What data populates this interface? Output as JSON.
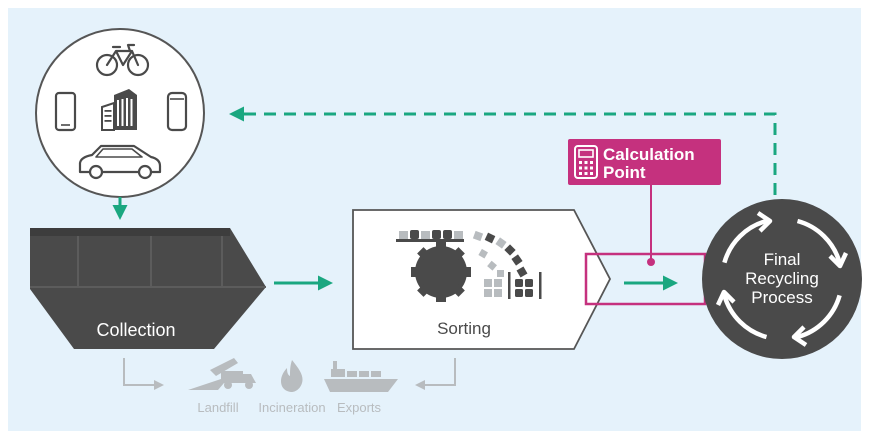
{
  "stages": {
    "collection": "Collection",
    "sorting": "Sorting",
    "final": [
      "Final",
      "Recycling",
      "Process"
    ]
  },
  "calculation_point": [
    "Calculation",
    "Point"
  ],
  "disposal": {
    "landfill": "Landfill",
    "incineration": "Incineration",
    "exports": "Exports"
  },
  "colors": {
    "background": "#e5f2fb",
    "dark": "#4a4a4a",
    "green": "#1aa780",
    "magenta": "#c5317e",
    "light_gray": "#b8bcbf",
    "outline": "#565656"
  },
  "icons": [
    "bicycle-icon",
    "smartphone-icon",
    "building-icon",
    "can-icon",
    "car-icon",
    "calculator-icon",
    "dump-truck-icon",
    "flame-icon",
    "ship-icon",
    "gear-icon",
    "recycle-arrows-icon"
  ]
}
